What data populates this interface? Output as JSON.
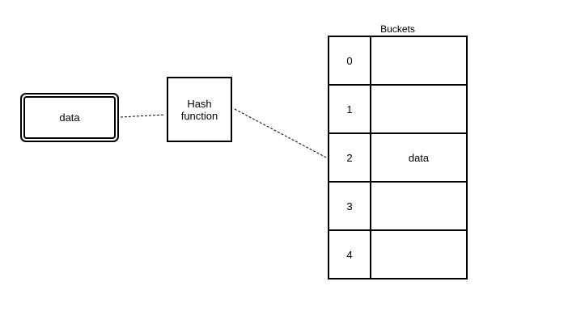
{
  "input_box": {
    "label": "data"
  },
  "hash_function": {
    "line1": "Hash",
    "line2": "function"
  },
  "buckets": {
    "title": "Buckets",
    "rows": [
      {
        "index": "0",
        "value": ""
      },
      {
        "index": "1",
        "value": ""
      },
      {
        "index": "2",
        "value": "data"
      },
      {
        "index": "3",
        "value": ""
      },
      {
        "index": "4",
        "value": ""
      }
    ]
  },
  "colors": {
    "stroke": "#000000",
    "background": "#ffffff"
  }
}
